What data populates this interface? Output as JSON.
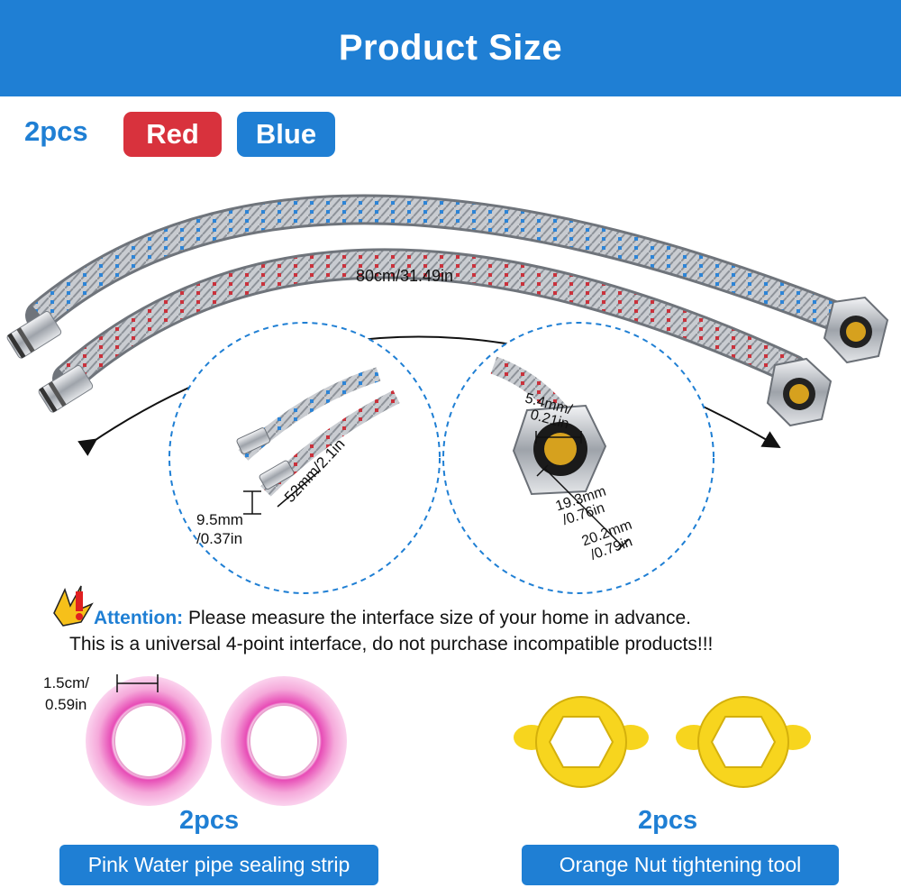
{
  "header": {
    "title": "Product Size"
  },
  "variants": {
    "count": "2pcs",
    "red_label": "Red",
    "blue_label": "Blue"
  },
  "dimensions": {
    "length": "80cm/31.49in",
    "thread_dia_1": "9.5mm",
    "thread_dia_2": "/0.37in",
    "thread_len": "52mm/2.1in",
    "nut_hole_1": "5.4mm/",
    "nut_hole_2": "0.21in",
    "nut_inner_1": "19.3mm",
    "nut_inner_2": "/0.76in",
    "nut_outer_1": "20.2mm",
    "nut_outer_2": "/0.79in",
    "tape_width_1": "1.5cm/",
    "tape_width_2": "0.59in"
  },
  "attention": {
    "label": "Attention:",
    "text": "Please measure the interface size of your home in advance.",
    "line2": "This is a universal 4-point interface, do not purchase incompatible products!!!"
  },
  "accessories": {
    "tape": {
      "qty": "2pcs",
      "caption": "Pink Water pipe sealing strip"
    },
    "tool": {
      "qty": "2pcs",
      "caption": "Orange Nut tightening tool"
    }
  },
  "colors": {
    "brand_blue": "#1f7fd4",
    "red": "#d8323d",
    "pink": "#f3a6d6",
    "yellow": "#f7d51e"
  }
}
